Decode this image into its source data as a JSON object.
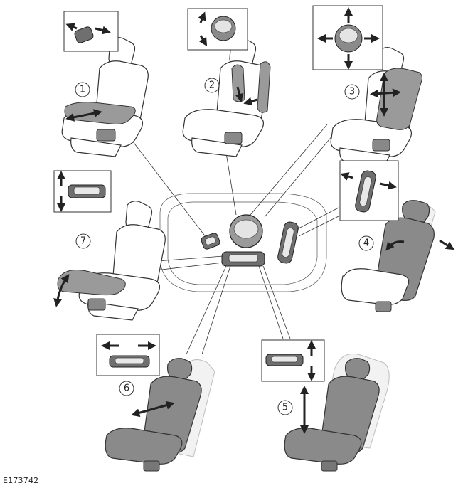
{
  "figure_id": "E173742",
  "callouts": [
    "1",
    "2",
    "3",
    "4",
    "5",
    "6",
    "7"
  ]
}
